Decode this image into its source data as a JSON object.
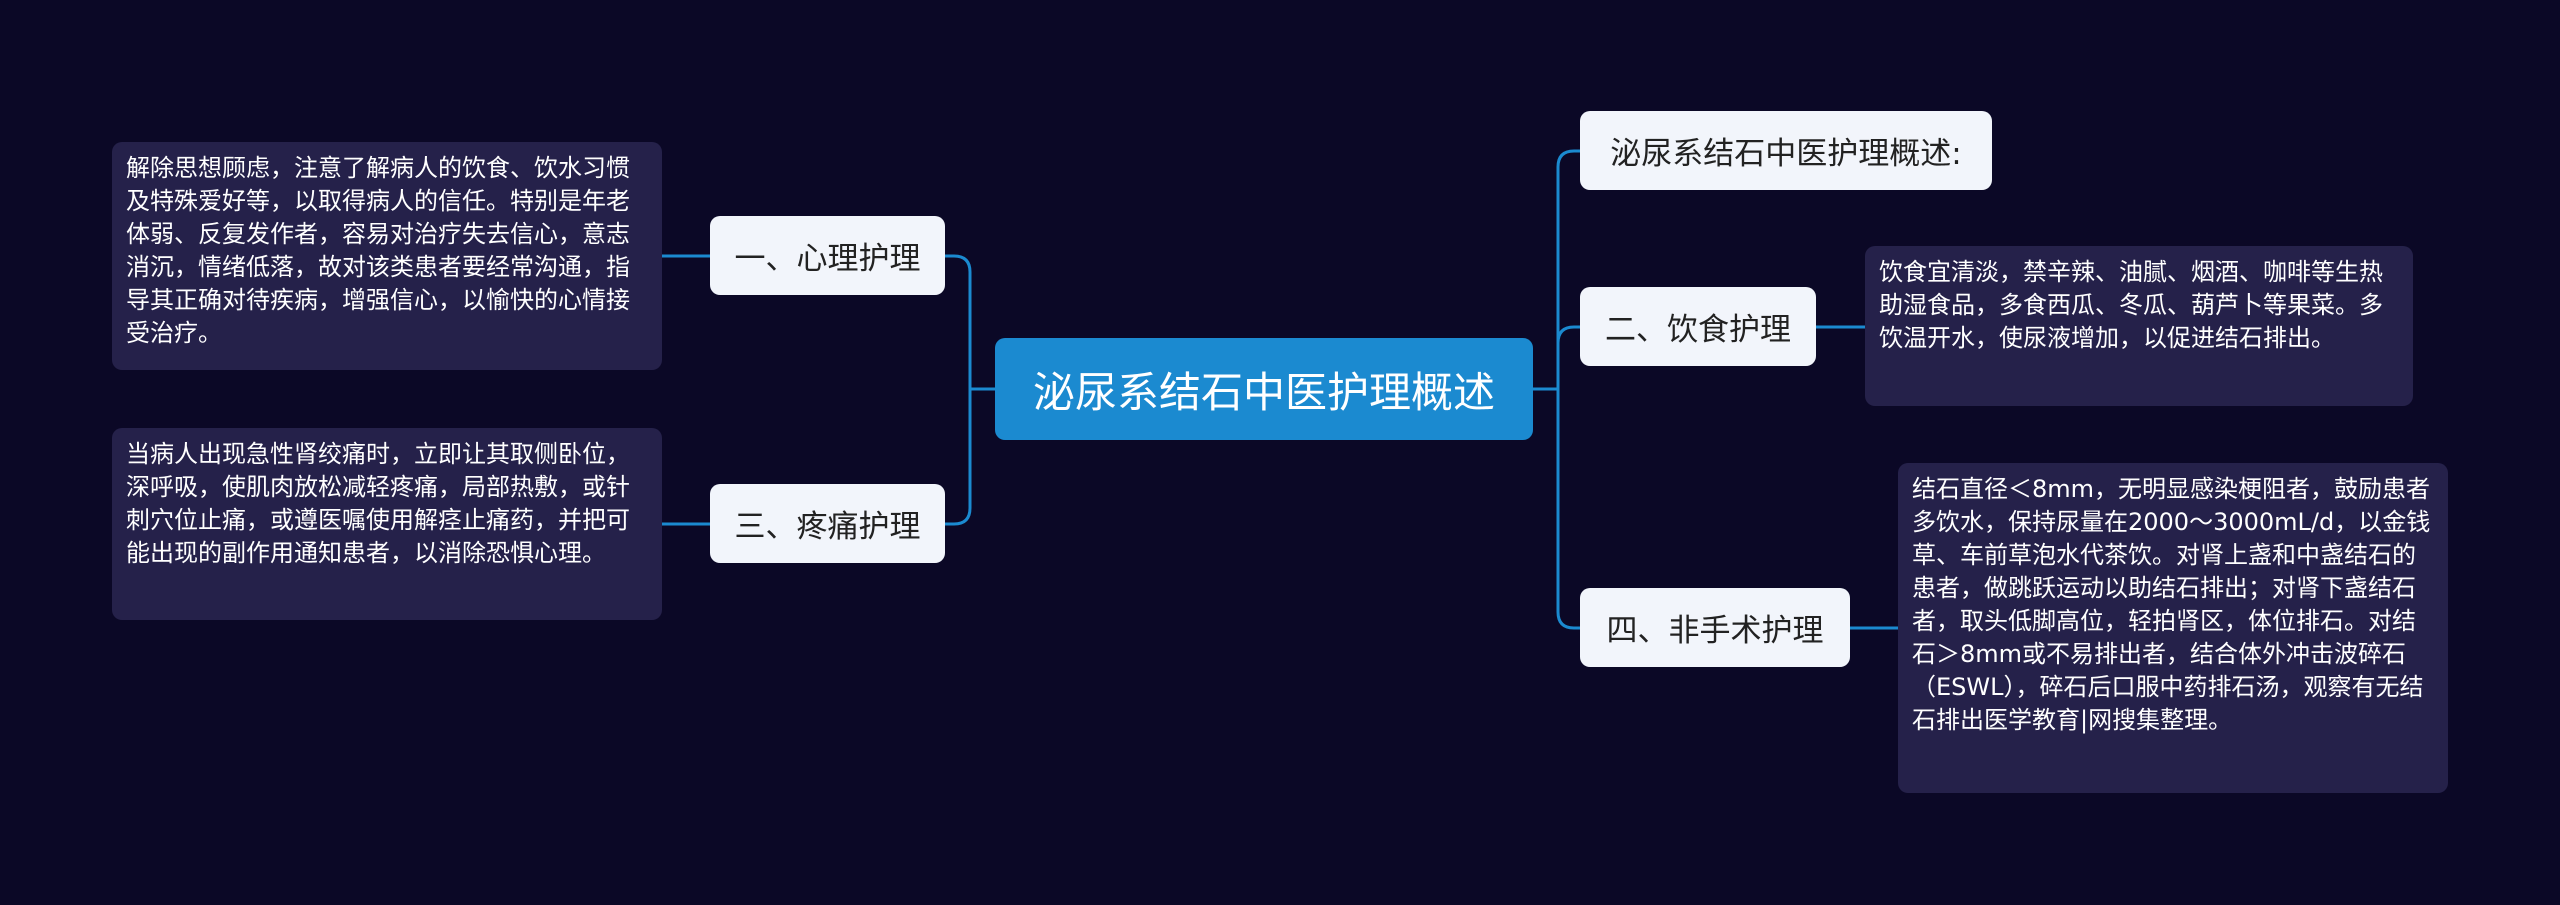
{
  "mindmap": {
    "root": {
      "label": "泌尿系结石中医护理概述"
    },
    "branches": {
      "psych": {
        "label": "一、心理护理",
        "note": "解除思想顾虑，注意了解病人的饮食、饮水习惯及特殊爱好等，以取得病人的信任。特别是年老体弱、反复发作者，容易对治疗失去信心，意志消沉，情绪低落，故对该类患者要经常沟通，指导其正确对待疾病，增强信心，以愉快的心情接受治疗。"
      },
      "pain": {
        "label": "三、疼痛护理",
        "note": "当病人出现急性肾绞痛时，立即让其取侧卧位，深呼吸，使肌肉放松减轻疼痛，局部热敷，或针刺穴位止痛，或遵医嘱使用解痉止痛药，并把可能出现的副作用通知患者，以消除恐惧心理。"
      },
      "title": {
        "label": "泌尿系结石中医护理概述:"
      },
      "diet": {
        "label": "二、饮食护理",
        "note": "饮食宜清淡，禁辛辣、油腻、烟酒、咖啡等生热助湿食品，多食西瓜、冬瓜、葫芦卜等果菜。多饮温开水，使尿液增加，以促进结石排出。"
      },
      "nonsurg": {
        "label": "四、非手术护理",
        "note": "结石直径＜8mm，无明显感染梗阻者，鼓励患者多饮水，保持尿量在2000～3000mL/d，以金钱草、车前草泡水代茶饮。对肾上盏和中盏结石的患者，做跳跃运动以助结石排出；对肾下盏结石者，取头低脚高位，轻拍肾区，体位排石。对结石＞8mm或不易排出者，结合体外冲击波碎石（ESWL），碎石后口服中药排石汤，观察有无结石排出医学教育|网搜集整理。"
      }
    }
  },
  "colors": {
    "background": "#0b0826",
    "root_fill": "#1b8ad0",
    "branch_fill": "#f2f5fb",
    "note_fill": "#25214a",
    "connector": "#1b8ad0"
  }
}
